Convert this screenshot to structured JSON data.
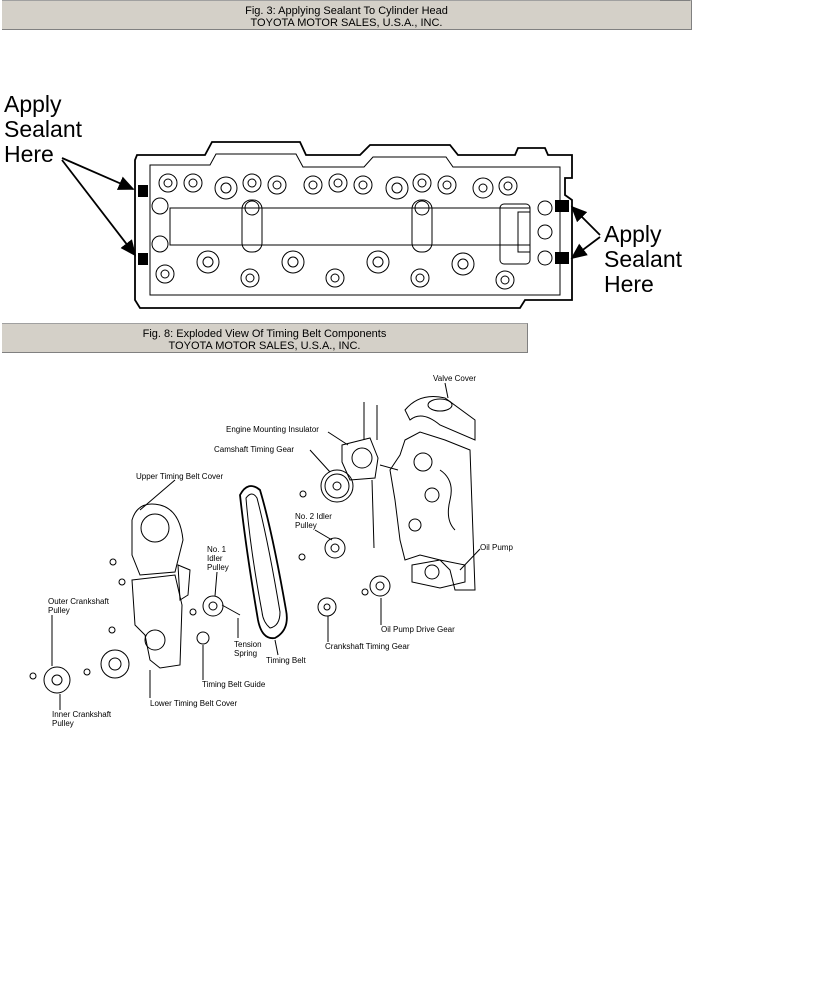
{
  "figures": [
    {
      "caption_line1": "Fig. 3: Applying Sealant To Cylinder Head",
      "caption_line2": "TOYOTA MOTOR SALES, U.S.A., INC.",
      "left_label": [
        "Apply",
        "Sealant",
        "Here"
      ],
      "right_label": [
        "Apply",
        "Sealant",
        "Here"
      ]
    },
    {
      "caption_line1": "Fig. 8: Exploded View Of Timing Belt Components",
      "caption_line2": "TOYOTA MOTOR SALES, U.S.A., INC.",
      "callouts": {
        "valve_cover": "Valve Cover",
        "engine_mounting_insulator": "Engine Mounting Insulator",
        "camshaft_timing_gear": "Camshaft Timing Gear",
        "upper_timing_belt_cover": "Upper Timing Belt Cover",
        "no2_idler_pulley": [
          "No. 2 Idler",
          "Pulley"
        ],
        "oil_pump": "Oil Pump",
        "no1_idler_pulley": [
          "No. 1",
          "Idler",
          "Pulley"
        ],
        "outer_crankshaft_pulley": [
          "Outer Crankshaft",
          "Pulley"
        ],
        "oil_pump_drive_gear": "Oil Pump Drive Gear",
        "tension_spring": [
          "Tension",
          "Spring"
        ],
        "crankshaft_timing_gear": "Crankshaft Timing Gear",
        "timing_belt": "Timing Belt",
        "timing_belt_guide": "Timing Belt Guide",
        "inner_crankshaft_pulley": [
          "Inner Crankshaft",
          "Pulley"
        ],
        "lower_timing_belt_cover": "Lower Timing Belt Cover"
      }
    }
  ]
}
